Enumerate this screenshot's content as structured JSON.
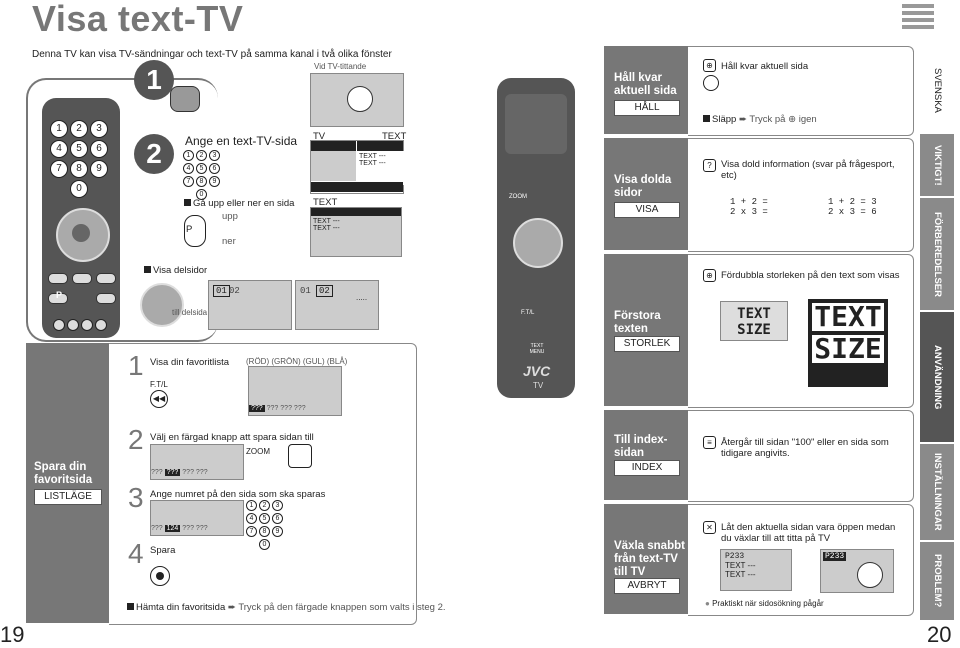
{
  "page": {
    "title": "Visa text-TV",
    "intro": "Denna TV kan visa TV-sändningar och text-TV på samma kanal i två olika fönster",
    "page_left": "19",
    "page_right": "20"
  },
  "left": {
    "step1": "1",
    "step2": "2",
    "step2_heading": "Ange en text-TV-sida",
    "up_down": "Gå upp eller ner en sida",
    "up": "upp",
    "down": "ner",
    "p_label": "P",
    "sub_pages": "Visa delsidor",
    "to_subpage": "till delsida",
    "sub_a1": "01",
    "sub_a2": "02",
    "sub_b1": "01",
    "sub_b2": "02",
    "sub_more": ".....",
    "tv_watching": "Vid TV-tittande",
    "tv_label": "TV",
    "text_label": "TEXT",
    "text_label2": "TEXT",
    "text_lines": "TEXT ---",
    "keypad": [
      "1",
      "2",
      "3",
      "4",
      "5",
      "6",
      "7",
      "8",
      "9",
      "0"
    ]
  },
  "favorites": {
    "tab_title": "Spara din favoritsida",
    "tab_box": "LISTLÄGE",
    "s1_num": "1",
    "s1_text": "Visa din favoritlista",
    "s1_key": "F.T/L",
    "colors": "(RÖD) (GRÖN) (GUL) (BLÅ)",
    "qqq": "???",
    "s2_num": "2",
    "s2_text": "Välj en färgad knapp att spara sidan till",
    "zoom": "ZOOM",
    "s3_num": "3",
    "s3_text": "Ange numret på den sida som ska sparas",
    "s3_val": "124",
    "s4_num": "4",
    "s4_text": "Spara",
    "fetch": "Hämta din favoritsida",
    "fetch_rest": "Tryck på den färgade knappen som valts i steg 2."
  },
  "remote2": {
    "labels": [
      "ZOOM",
      "F.T/L",
      "TEXT MENU"
    ],
    "brand": "JVC",
    "tv": "TV"
  },
  "rows": [
    {
      "title": "Håll kvar aktuell sida",
      "box": "HÅLL"
    },
    {
      "title": "Visa dolda sidor",
      "box": "VISA"
    },
    {
      "title": "Förstora texten",
      "box": "STORLEK"
    },
    {
      "title": "Till index-sidan",
      "box": "INDEX"
    },
    {
      "title": "Växla snabbt från text-TV till TV",
      "box": "AVBRYT"
    }
  ],
  "cards": {
    "hold_text": "Håll kvar aktuell sida",
    "release": "Släpp",
    "release_rest": "Tryck på",
    "release_end": "igen",
    "reveal_text": "Visa dold information (svar på frågesport, etc)",
    "quiz_q1": "1 + 2 =",
    "quiz_q2": "2 x 3 =",
    "quiz_a1": "1 + 2 = 3",
    "quiz_a2": "2 x 3 = 6",
    "size_text": "Fördubbla storleken på den text som visas",
    "size_word1": "TEXT",
    "size_word2": "SIZE",
    "index_text": "Återgår till sidan \"100\" eller en sida som tidigare angivits.",
    "cancel_text": "Låt den aktuella sidan vara öppen medan du växlar till att titta på TV",
    "p233a": "P233",
    "p233b": "P233",
    "cancel_lines": "TEXT ---",
    "tip": "Praktiskt när sidosökning pågår"
  },
  "sidetabs": [
    "SVENSKA",
    "VIKTIGT!",
    "FÖRBEREDELSER",
    "ANVÄNDNING",
    "INSTÄLLNINGAR",
    "PROBLEM?"
  ]
}
